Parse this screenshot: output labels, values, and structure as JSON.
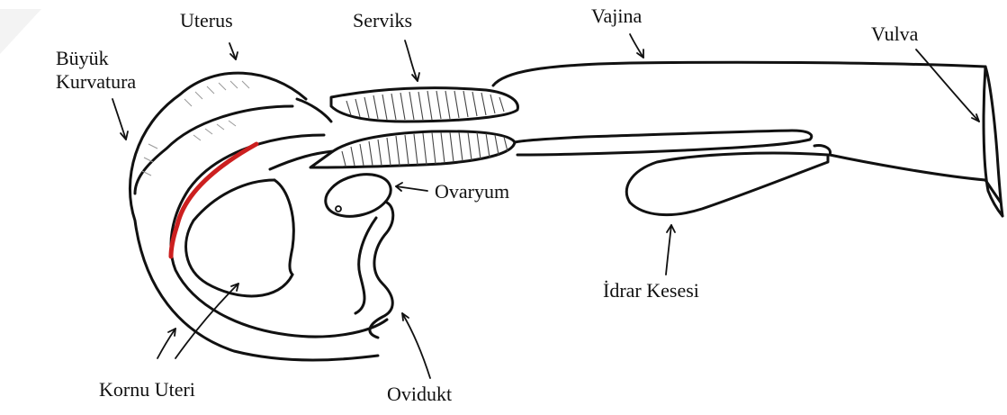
{
  "labels": {
    "uterus": "Uterus",
    "servix": "Serviks",
    "vajina": "Vajina",
    "vulva": "Vulva",
    "buyuk_kurvatura_line1": "Büyük",
    "buyuk_kurvatura_line2": "Kurvatura",
    "ovaryum": "Ovaryum",
    "idrar_kesesi": "İdrar Kesesi",
    "kornu_uteri": "Kornu Uteri",
    "ovidukt": "Ovidukt"
  },
  "colors": {
    "outline": "#111111",
    "highlight": "#cc1f1f",
    "background": "#ffffff"
  }
}
